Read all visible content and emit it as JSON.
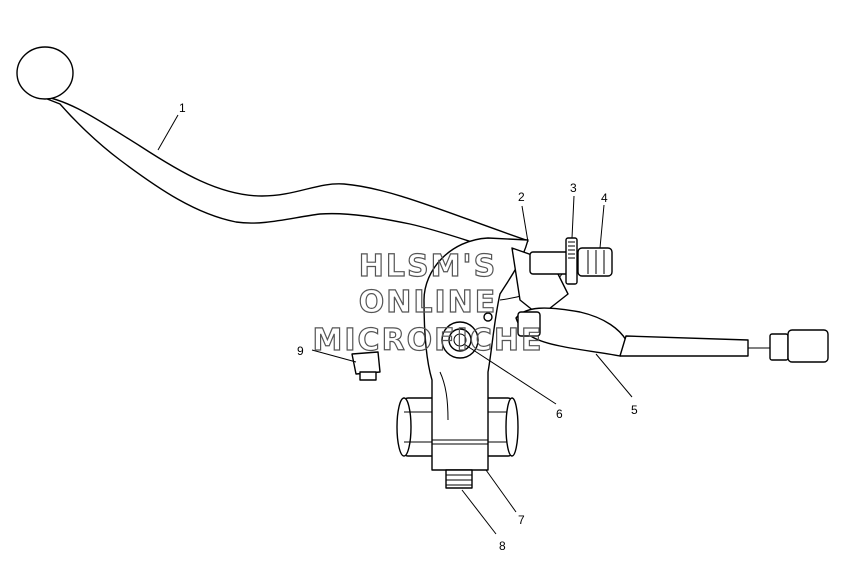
{
  "diagram": {
    "watermark_lines": [
      "HLSM'S",
      "ONLINE",
      "MICROFICHE"
    ],
    "callouts": [
      {
        "id": "1",
        "label": "1"
      },
      {
        "id": "2",
        "label": "2"
      },
      {
        "id": "3",
        "label": "3"
      },
      {
        "id": "4",
        "label": "4"
      },
      {
        "id": "5",
        "label": "5"
      },
      {
        "id": "6",
        "label": "6"
      },
      {
        "id": "7",
        "label": "7"
      },
      {
        "id": "8",
        "label": "8"
      },
      {
        "id": "9",
        "label": "9"
      }
    ]
  }
}
